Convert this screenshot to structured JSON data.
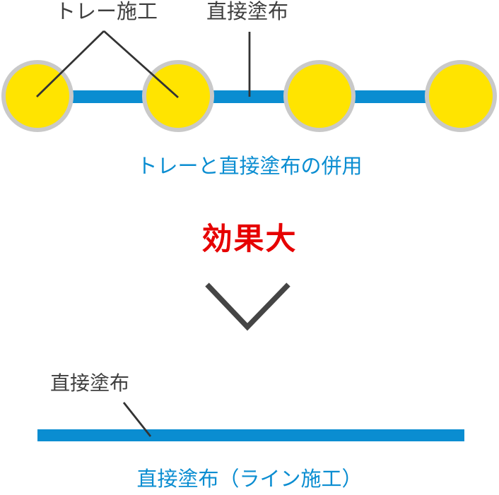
{
  "colors": {
    "bg": "#ffffff",
    "blue": "#0a8dd1",
    "yellow": "#ffe400",
    "ring": "#c9c9c9",
    "grayText": "#3f3f3f",
    "grayLine": "#333333",
    "chevron": "#454545",
    "red": "#e60000"
  },
  "top_diagram": {
    "tray_label": "トレー施工",
    "direct_label": "直接塗布",
    "caption": "トレーと直接塗布の併用",
    "circle_count": 4,
    "circles_x": [
      53,
      252,
      452,
      652
    ]
  },
  "middle": {
    "effect_text": "効果大",
    "arrow_icon": "chevron-down"
  },
  "bottom_diagram": {
    "direct_label": "直接塗布",
    "caption": "直接塗布（ライン施工）"
  }
}
